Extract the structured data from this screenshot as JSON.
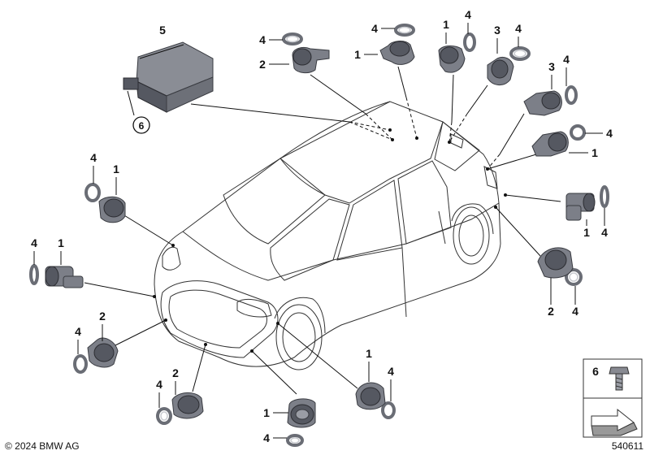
{
  "callouts": {
    "module_main": "5",
    "screw_ref": "6",
    "c01": "4",
    "c02": "2",
    "c03": "4",
    "c04": "1",
    "c05": "1",
    "c06": "4",
    "c07": "3",
    "c08": "4",
    "c09": "3",
    "c10": "4",
    "c11": "4",
    "c12": "1",
    "c13": "1",
    "c14": "4",
    "c15": "2",
    "c16": "4",
    "c17": "1",
    "c18": "4",
    "c19": "4",
    "c20": "1",
    "c21": "4",
    "c22": "2",
    "c23": "4",
    "c24": "2",
    "c25": "1",
    "c26": "4",
    "c27": "1",
    "c28": "4"
  },
  "legend_box": {
    "item_number": "6"
  },
  "footer": {
    "copyright": "© 2024 BMW AG",
    "diagram_id": "540611"
  }
}
